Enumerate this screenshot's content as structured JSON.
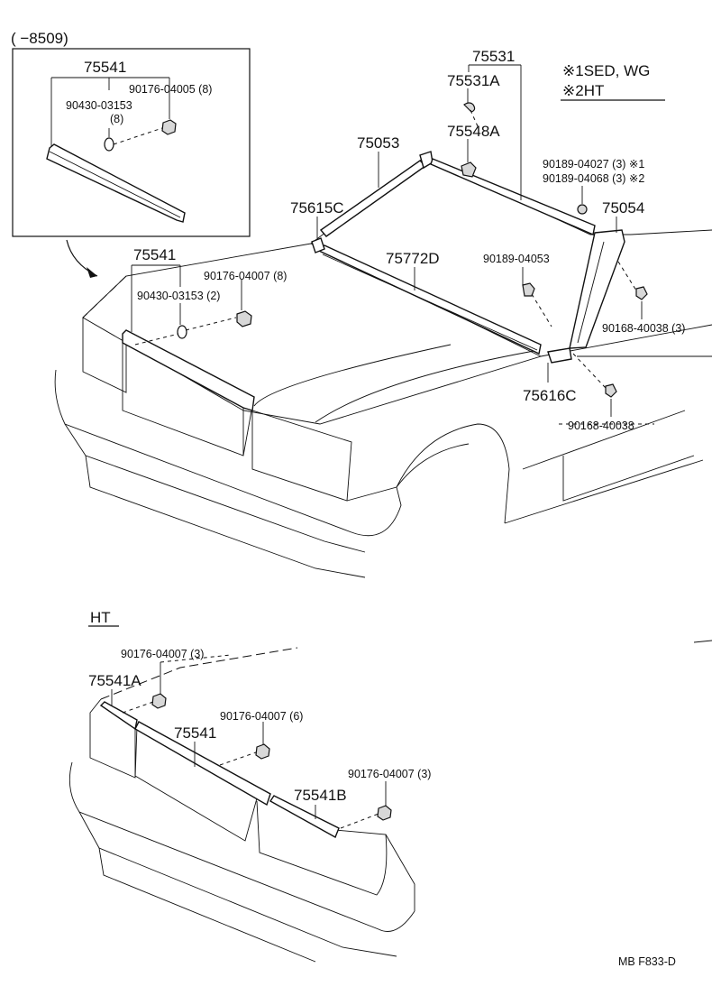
{
  "inset": {
    "range_label": "(      −8509)",
    "part_75541": "75541",
    "nut_label": "90176-04005 (8)",
    "clip_label": "90430-03153",
    "clip_qty": "(8)"
  },
  "legend": {
    "line1": "※1SED, WG",
    "line2": "※2HT"
  },
  "main": {
    "p75531": "75531",
    "p75531A": "75531A",
    "p75053": "75053",
    "p75548A": "75548A",
    "p90189_04027": "90189-04027 (3) ※1",
    "p90189_04068": "90189-04068 (3) ※2",
    "p75054": "75054",
    "p75615C": "75615C",
    "p75541": "75541",
    "p75772D": "75772D",
    "p90189_04053": "90189-04053",
    "p90176_04007_8": "90176-04007 (8)",
    "p90430_03153_2": "90430-03153 (2)",
    "p90168_40038_3": "90168-40038 (3)",
    "p75616C": "75616C",
    "p90168_40038": "90168-40038"
  },
  "ht": {
    "heading": "HT",
    "nut_3a": "90176-04007 (3)",
    "p75541A": "75541A",
    "nut_6": "90176-04007 (6)",
    "p75541": "75541",
    "nut_3b": "90176-04007 (3)",
    "p75541B": "75541B"
  },
  "footer": {
    "code": "MB  F833-D"
  }
}
